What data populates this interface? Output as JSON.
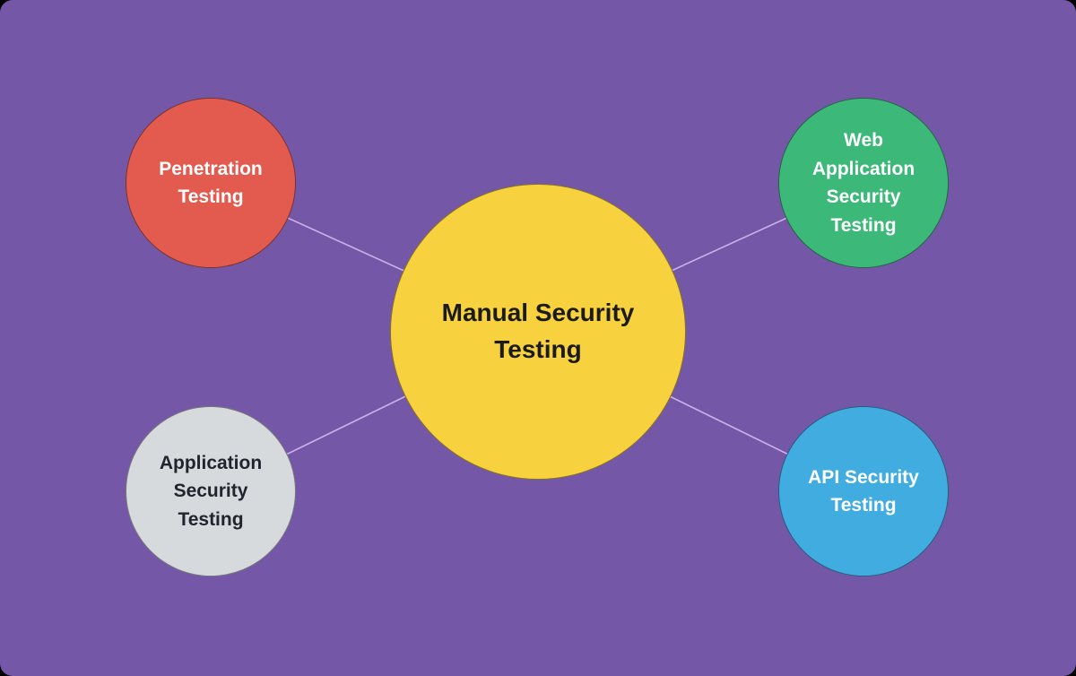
{
  "background_color": "#7557A7",
  "connector_color": "#CDB0EA",
  "diagram": {
    "title": "Manual Security Testing mind map",
    "center": {
      "label": "Manual Security Testing",
      "color": "#F7D23E",
      "text_color": "#1B1B1B"
    },
    "nodes": [
      {
        "id": "penetration-testing",
        "label": "Penetration Testing",
        "color": "#E25B4E",
        "text_color": "#FFFFFF",
        "position": "top-left"
      },
      {
        "id": "web-application-security-testing",
        "label": "Web Application Security Testing",
        "color": "#3CB879",
        "text_color": "#FFFFFF",
        "position": "top-right"
      },
      {
        "id": "application-security-testing",
        "label": "Application Security Testing",
        "color": "#D7DADD",
        "text_color": "#20242C",
        "position": "bottom-left"
      },
      {
        "id": "api-security-testing",
        "label": "API Security Testing",
        "color": "#41ACE0",
        "text_color": "#FFFFFF",
        "position": "bottom-right"
      }
    ]
  }
}
